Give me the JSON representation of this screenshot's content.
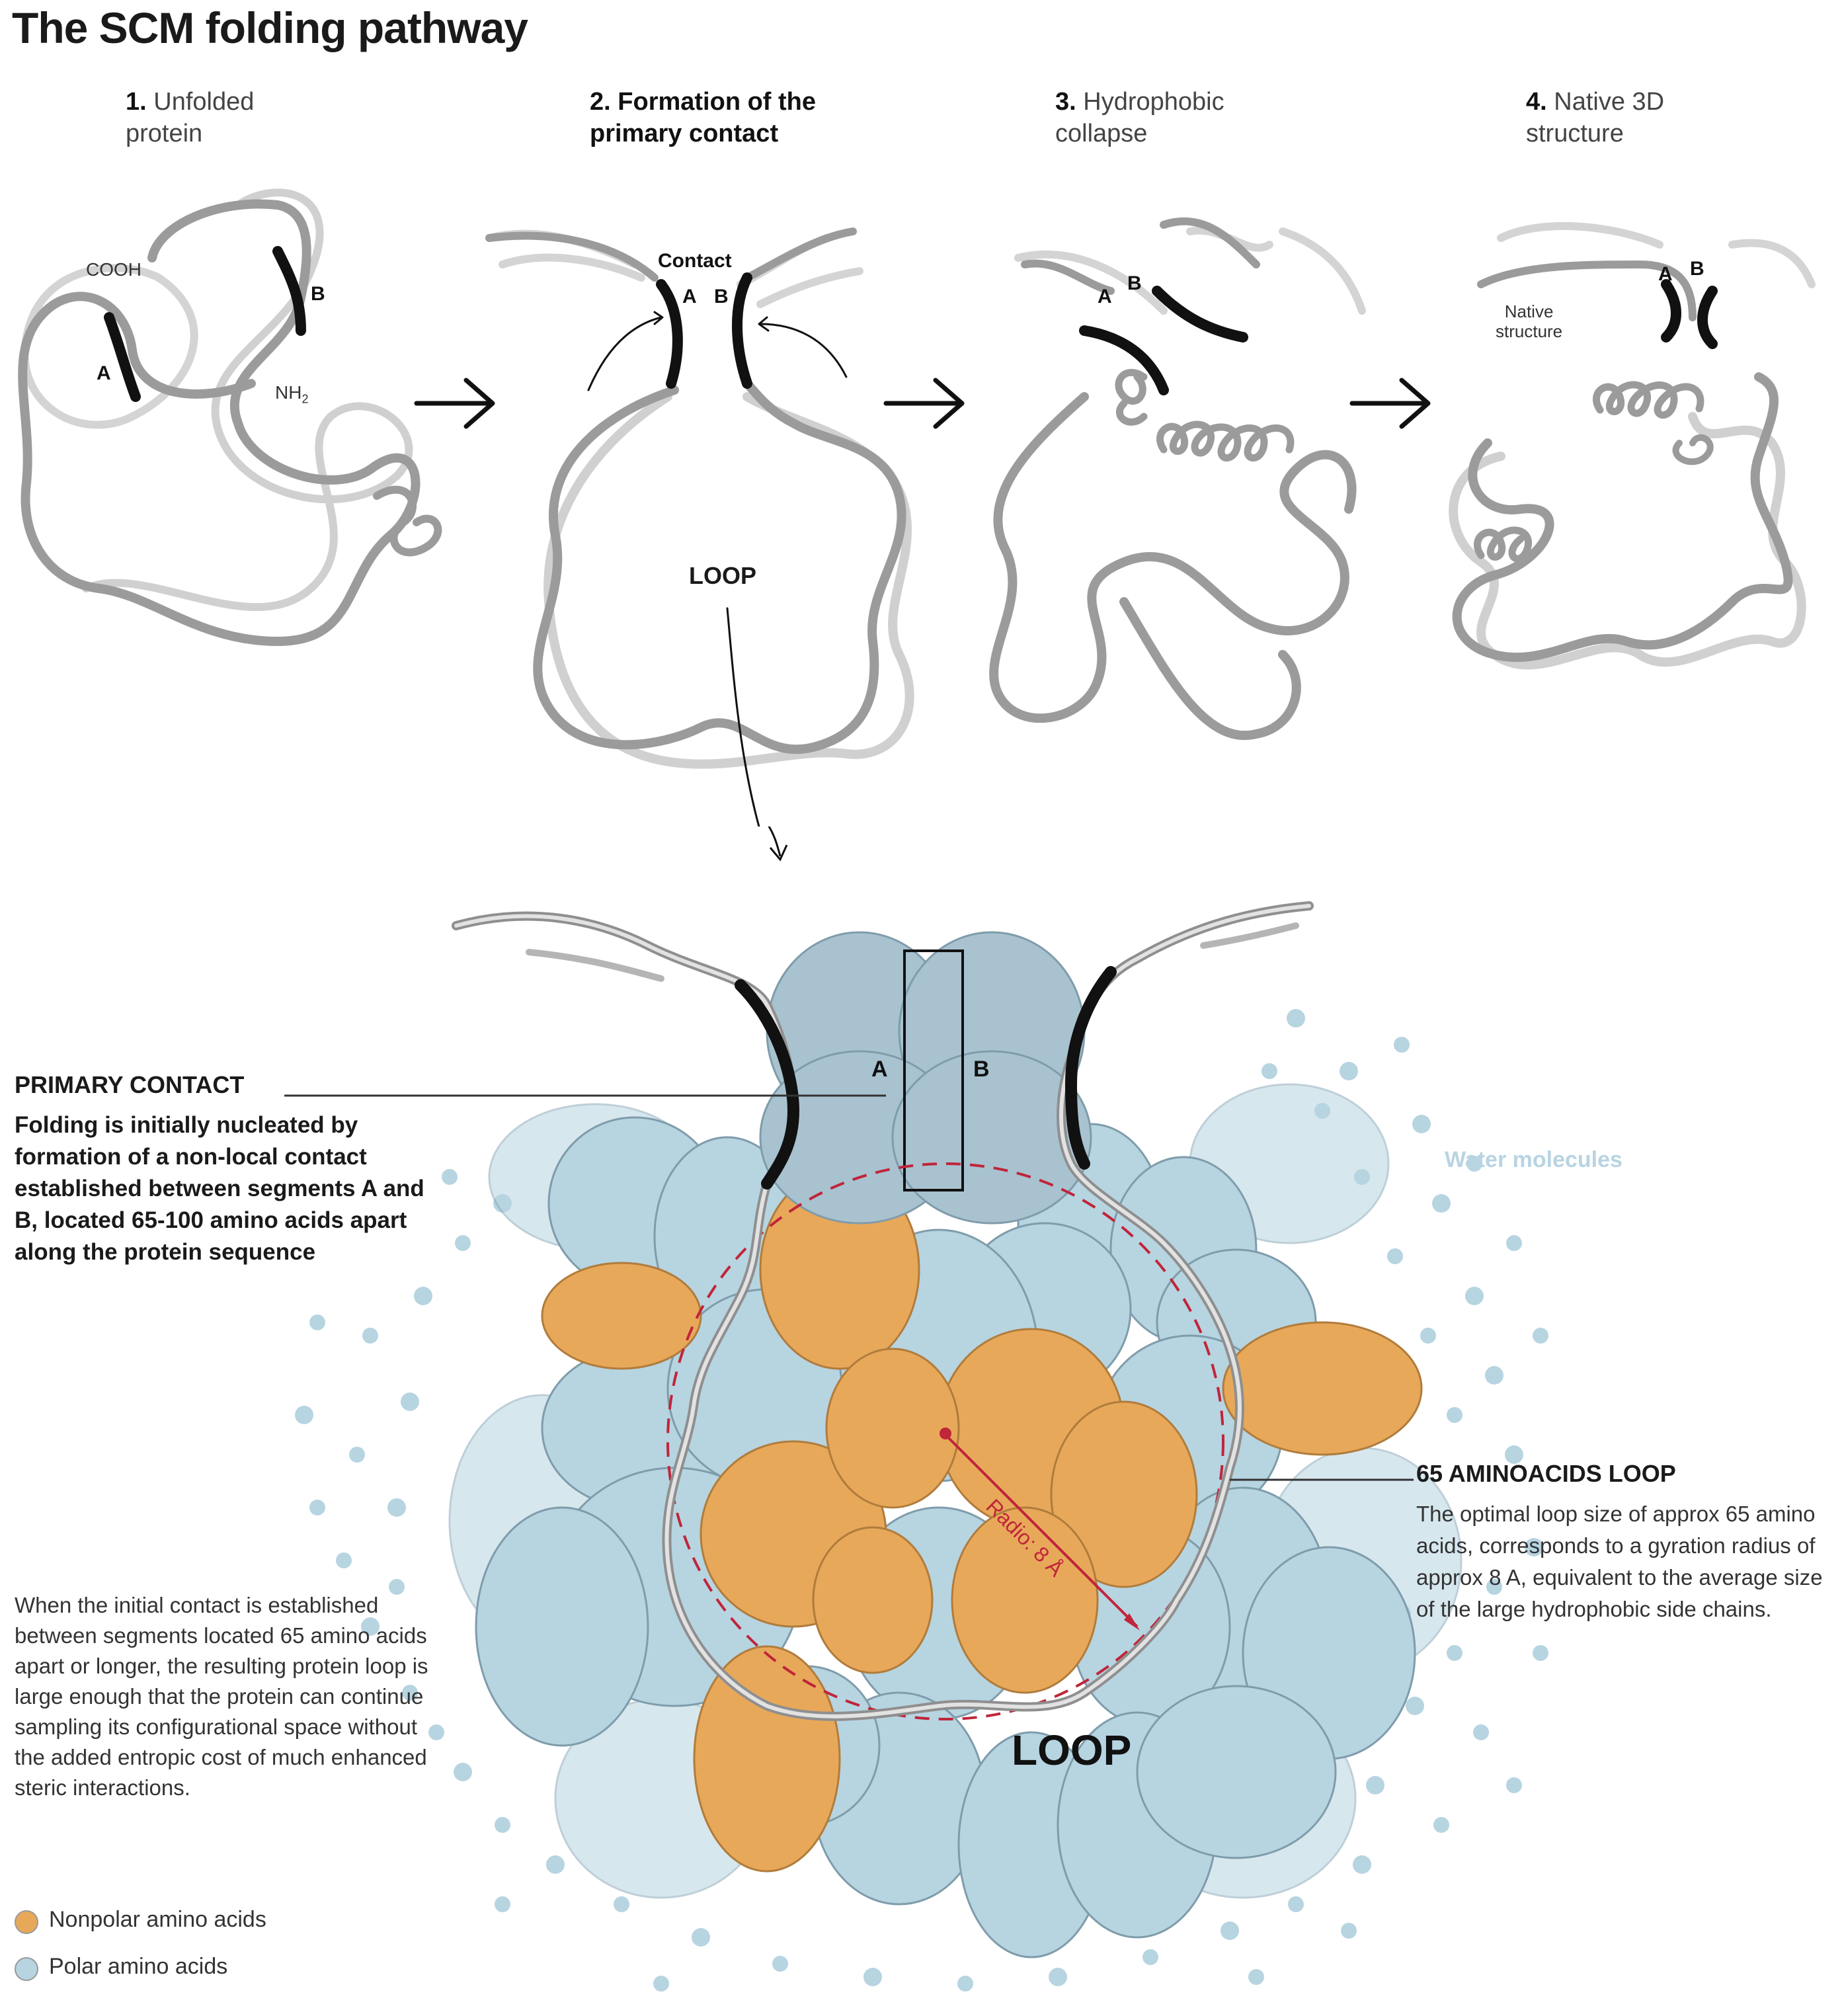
{
  "title": "The SCM folding pathway",
  "steps": [
    {
      "num": "1.",
      "text": "Unfolded protein"
    },
    {
      "num": "2.",
      "text": "Formation of the primary contact"
    },
    {
      "num": "3.",
      "text": "Hydrophobic collapse"
    },
    {
      "num": "4.",
      "text": "Native 3D structure"
    }
  ],
  "step1_labels": {
    "cooh": "COOH",
    "nh2": "NH",
    "nh2_sub": "2",
    "a": "A",
    "b": "B"
  },
  "step2_labels": {
    "contact": "Contact",
    "a": "A",
    "b": "B",
    "loop": "LOOP"
  },
  "step3_labels": {
    "a": "A",
    "b": "B"
  },
  "step4_labels": {
    "a": "A",
    "b": "B",
    "native_line1": "Native",
    "native_line2": "structure"
  },
  "detail": {
    "a": "A",
    "b": "B",
    "water": "Water molecules",
    "loop": "LOOP",
    "radius": "Radio: 8 Å"
  },
  "primary_contact": {
    "heading": "PRIMARY CONTACT",
    "body": "Folding is initially nucleated by formation of a non-local contact established between segments A and B, located 65-100 amino acids apart along the protein sequence"
  },
  "loop65": {
    "heading": "65 AMINOACIDS LOOP",
    "body": "The optimal loop size of approx 65 amino acids, corresponds to a gyration radius of approx 8 A, equivalent to the average size of the large hydrophobic side chains."
  },
  "side_text": "When the initial contact is established between segments located 65 amino acids apart or longer, the resulting protein loop is large enough that the protein can continue sampling its configurational space without the added entropic cost of much enhanced steric interactions.",
  "legend": [
    {
      "label": "Nonpolar amino acids",
      "color": "#e8a85a"
    },
    {
      "label": "Polar amino acids",
      "color": "#b7d4e1"
    }
  ],
  "colors": {
    "nonpolar": "#e8a85a",
    "polar": "#b7d4e1",
    "contact_box": "#b0c6d2",
    "chain": "#9b9b9b",
    "segment": "#111111",
    "radius": "#c0253a"
  }
}
